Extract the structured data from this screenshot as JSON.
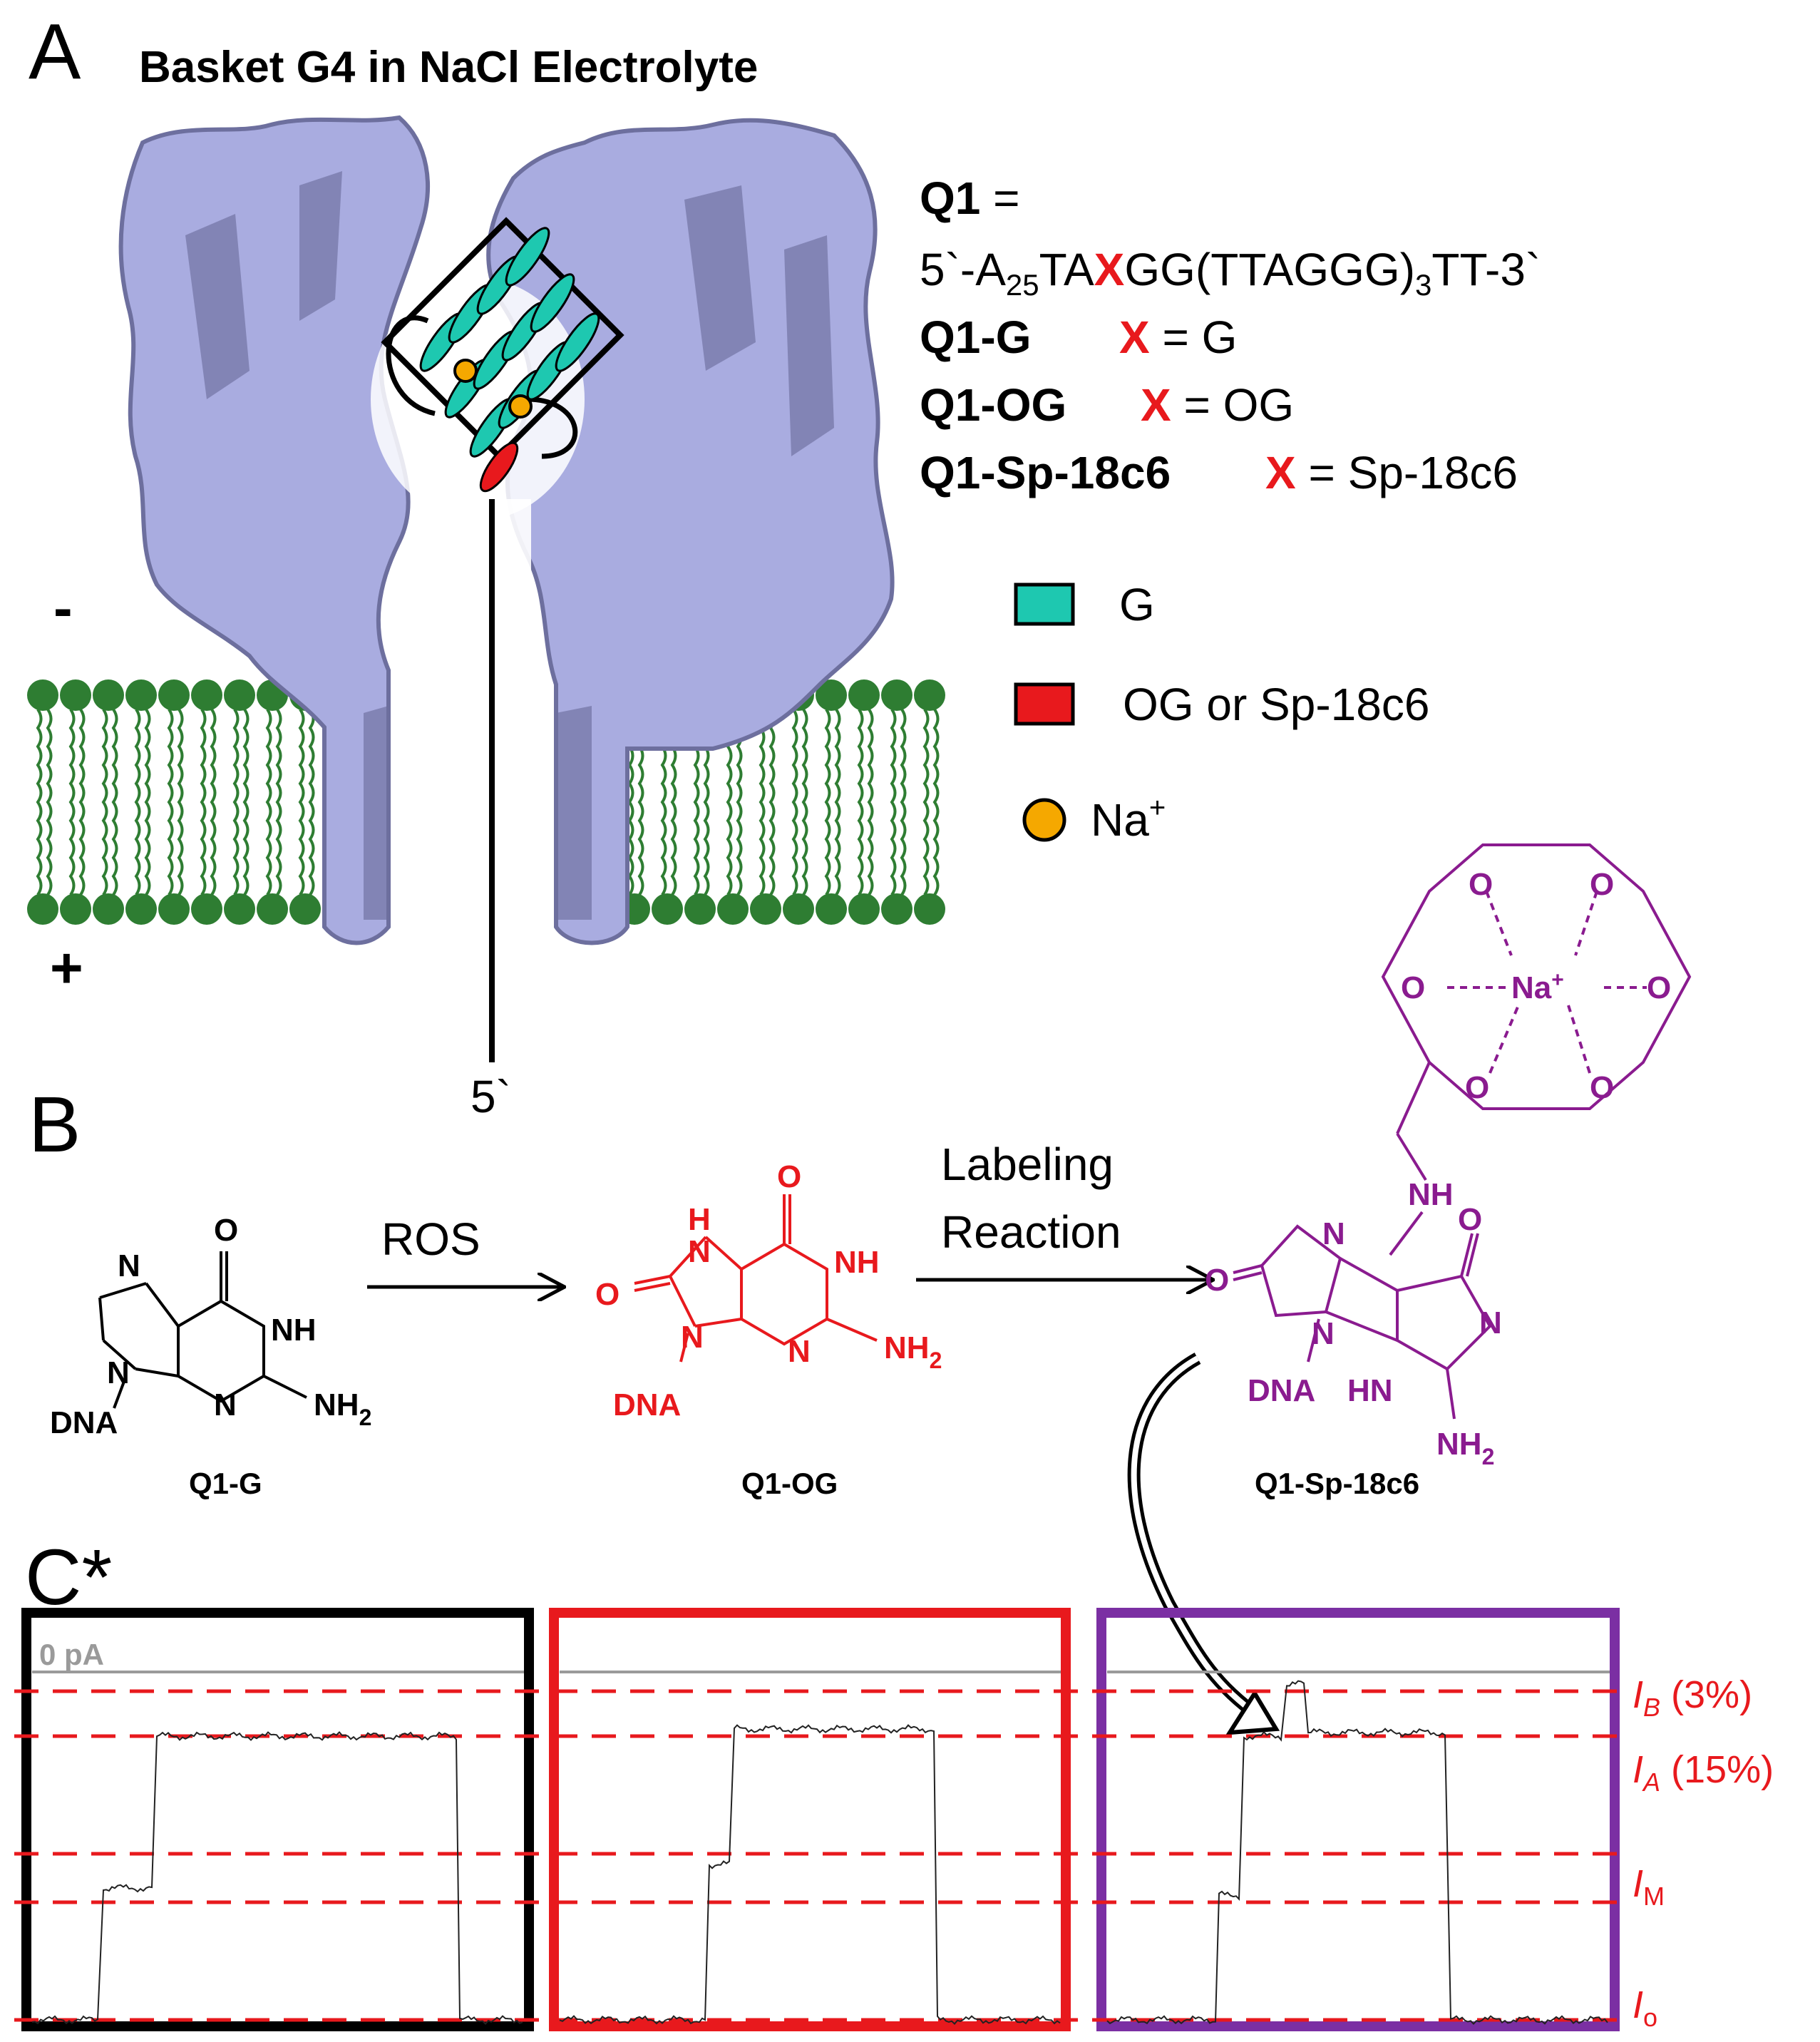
{
  "panelA": {
    "letter": "A",
    "title": "Basket G4 in NaCl Electrolyte",
    "minus": "-",
    "plus": "+",
    "five_prime": "5`",
    "q1_label": "Q1",
    "q1_eq": " =",
    "seq_prefix": "5`-A",
    "seq_sub25": "25",
    "seq_ta": "TA",
    "seq_x": "X",
    "seq_mid": "GG(TTAGGG)",
    "seq_sub3": "3",
    "seq_end": "TT-3`",
    "variants": [
      {
        "name": "Q1-G",
        "x": "X",
        "value": " = G"
      },
      {
        "name": "Q1-OG",
        "x": "X",
        "value": " = OG"
      },
      {
        "name": "Q1-Sp-18c6",
        "x": "X",
        "value": " = Sp-18c6"
      }
    ],
    "legend": [
      {
        "label": "G",
        "color": "#1ec8b0"
      },
      {
        "label": "OG or Sp-18c6",
        "color": "#e8191d"
      },
      {
        "label": "Na",
        "sup": "+",
        "color": "#f5a800"
      }
    ]
  },
  "panelB": {
    "letter": "B",
    "arrow1": "ROS",
    "arrow2_line1": "Labeling",
    "arrow2_line2": "Reaction",
    "captions": [
      "Q1-G",
      "Q1-OG",
      "Q1-Sp-18c6"
    ],
    "atoms": {
      "O": "O",
      "N": "N",
      "NH": "NH",
      "NH2": "NH",
      "sub2": "2",
      "DNA": "DNA",
      "H": "H",
      "HN": "HN",
      "Na": "Na",
      "plus": "+"
    }
  },
  "panelC": {
    "letter": "C*",
    "zero_label": "0 pA",
    "levels": [
      {
        "main": "I",
        "sub": "B",
        "pct": " (3%)"
      },
      {
        "main": "I",
        "sub": "A",
        "pct": " (15%)"
      },
      {
        "main": "I",
        "sub": "M",
        "pct": ""
      },
      {
        "main": "I",
        "sub": "o",
        "pct": ""
      }
    ],
    "frames": [
      {
        "color": "#000000"
      },
      {
        "color": "#e8191d"
      },
      {
        "color": "#7b2fa3"
      }
    ]
  },
  "colors": {
    "protein": "#a9ace0",
    "protein_dark": "#6d6f9e",
    "membrane": "#2e7d32",
    "g_base": "#1ec8b0",
    "lesion": "#e8191d",
    "sodium": "#f5a800",
    "og_red": "#e8191d",
    "sp_purple": "#8a1b8f",
    "dashed": "#e8191d"
  }
}
